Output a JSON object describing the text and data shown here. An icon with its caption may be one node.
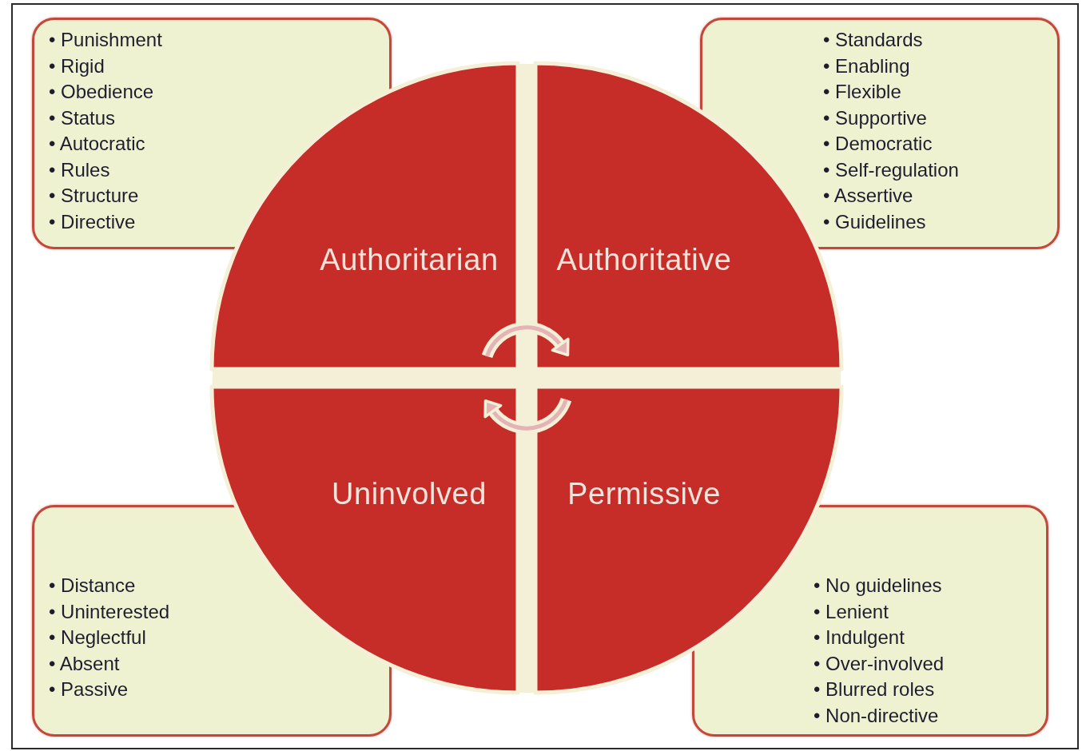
{
  "diagram": {
    "nodes": [
      {
        "text": [
          "• Punishment",
          "• Rigid",
          "• Obedience",
          "• Status",
          "• Autocratic",
          "• Rules",
          "• Structure",
          "• Directive"
        ]
      },
      {
        "text": [
          "• Standards",
          "• Enabling",
          "• Flexible",
          "• Supportive",
          "• Democratic",
          "• Self-regulation",
          "• Assertive",
          "• Guidelines"
        ]
      },
      {
        "text": [
          "Authoritarian"
        ]
      },
      {
        "text": [
          "Authoritative"
        ]
      },
      {
        "text": [
          "Uninvolved"
        ]
      },
      {
        "text": [
          "Permissive"
        ]
      },
      {
        "text": [
          "• Distance",
          "• Uninterested",
          "• Neglectful",
          "• Absent",
          "• Passive"
        ]
      },
      {
        "text": [
          "• No guidelines",
          "• Lenient",
          "• Indulgent",
          "• Over-involved",
          "• Blurred roles",
          "• Non-directive"
        ]
      }
    ],
    "edges": [
      {
        "from": 2,
        "to": 3,
        "arrow": "to"
      },
      {
        "from": 5,
        "to": 4,
        "arrow": "to"
      }
    ]
  }
}
